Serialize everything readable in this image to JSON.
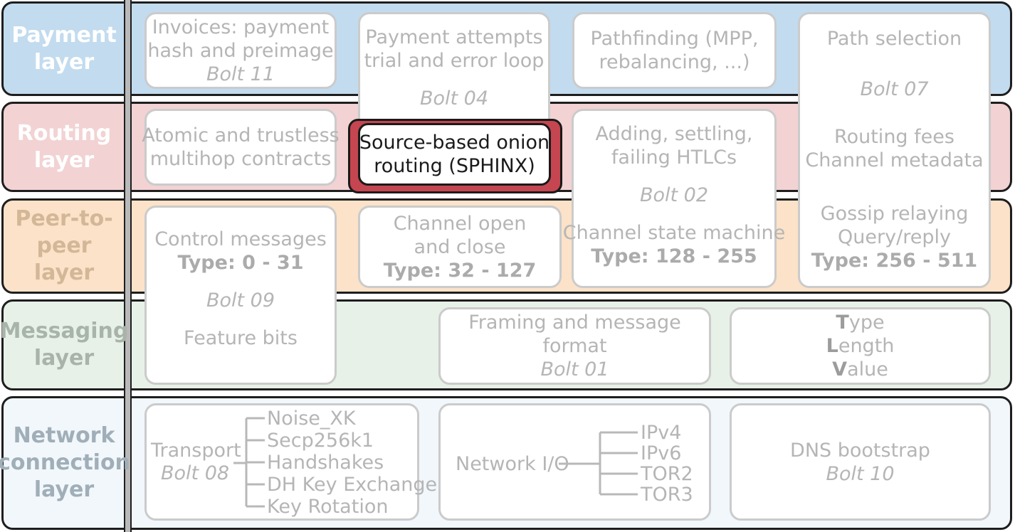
{
  "layers": {
    "payment": "Payment\nlayer",
    "routing": "Routing\nlayer",
    "p2p": "Peer-to-\npeer layer",
    "messaging": "Messaging\nlayer",
    "network": "Network\nconnection\nlayer"
  },
  "boxes": {
    "invoices": {
      "line1": "Invoices: payment",
      "line2": "hash and preimage",
      "bolt": "Bolt 11"
    },
    "attempts": {
      "line1": "Payment attempts",
      "line2": "trial and error loop",
      "bolt": "Bolt 04"
    },
    "pathfinding": {
      "line1": "Pathfinding (MPP,",
      "line2": "rebalancing, ...)"
    },
    "pathsel": {
      "line1": "Path selection",
      "bolt": "Bolt 07",
      "fees1": "Routing fees",
      "fees2": "Channel metadata",
      "gossip1": "Gossip relaying",
      "gossip2": "Query/reply",
      "type": "Type: 256 - 511"
    },
    "atomic": {
      "line1": "Atomic and trustless",
      "line2": "multihop contracts"
    },
    "sphinx": {
      "line1": "Source-based onion",
      "line2": "routing (SPHINX)"
    },
    "htlc": {
      "line1": "Adding, settling,",
      "line2": "failing HTLCs",
      "bolt": "Bolt 02",
      "state": "Channel state machine",
      "type": "Type: 128 - 255"
    },
    "control": {
      "line1": "Control messages",
      "type": "Type: 0 - 31",
      "bolt": "Bolt 09",
      "features": "Feature bits"
    },
    "chan_open": {
      "line1": "Channel open",
      "line2": "and close",
      "type": "Type: 32 - 127"
    },
    "framing": {
      "line1": "Framing and message",
      "line2": "format",
      "bolt": "Bolt 01"
    },
    "tlv": {
      "t_initial": "T",
      "t_rest": "ype",
      "l_initial": "L",
      "l_rest": "ength",
      "v_initial": "V",
      "v_rest": "alue"
    },
    "transport": {
      "label": "Transport",
      "bolt": "Bolt 08",
      "items": [
        "Noise_XK",
        "Secp256k1",
        "Handshakes",
        "DH Key Exchange",
        "Key Rotation"
      ]
    },
    "netio": {
      "label": "Network I/O",
      "items": [
        "IPv4",
        "IPv6",
        "TOR2",
        "TOR3"
      ]
    },
    "dns": {
      "line1": "DNS bootstrap",
      "bolt": "Bolt 10"
    }
  }
}
